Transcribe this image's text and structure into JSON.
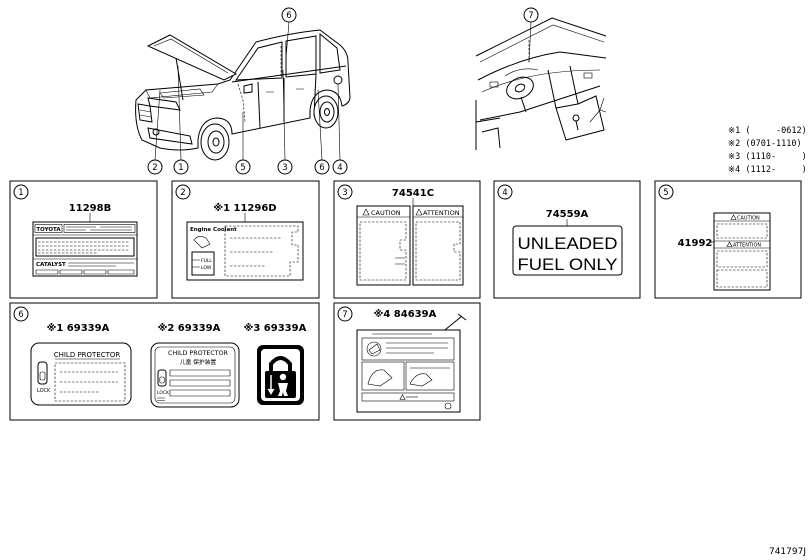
{
  "car_view": {
    "callout_top": "6",
    "callouts_bottom": [
      "2",
      "1",
      "5",
      "3",
      "6",
      "4"
    ]
  },
  "dash_view": {
    "callout": "7"
  },
  "footnotes": [
    "※1 (     -0612)",
    "※2 (0701-1110)",
    "※3 (1110-     )",
    "※4 (1112-     )"
  ],
  "panels": [
    {
      "num": "1",
      "part": "11298B",
      "brand": "TOYOTA",
      "note": "CATALYST"
    },
    {
      "num": "2",
      "part": "※1 11296D",
      "title": "Engine Coolant",
      "full": "FULL",
      "low": "LOW"
    },
    {
      "num": "3",
      "part": "74541C",
      "caution": "CAUTION",
      "attention": "ATTENTION"
    },
    {
      "num": "4",
      "part": "74559A",
      "line1": "UNLEADED",
      "line2": "FUEL ONLY"
    },
    {
      "num": "5",
      "part": "41992",
      "caution": "CAUTION",
      "attention": "ATTENTION"
    },
    {
      "num": "6",
      "parts": [
        "※1 69339A",
        "※2 69339A",
        "※3 69339A"
      ],
      "title": "CHILD PROTECTOR",
      "title_cn": "儿童 保护装置",
      "lock": "LOCK"
    },
    {
      "num": "7",
      "part": "※4 84639A"
    }
  ],
  "diagram_code": "741797J"
}
